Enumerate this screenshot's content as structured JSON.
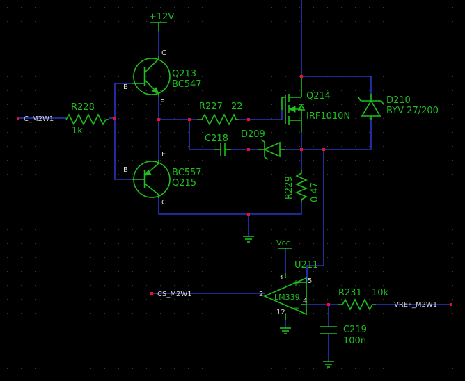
{
  "power": {
    "v12": "+12V",
    "vcc": "Vcc"
  },
  "nets": {
    "c_m2w1": "C_M2W1",
    "cs_m2w1": "CS_M2W1",
    "vref_m2w1": "VREF_M2W1"
  },
  "components": {
    "r228": {
      "ref": "R228",
      "value": "1k"
    },
    "q213": {
      "ref": "Q213",
      "value": "BC547",
      "pin_c": "C",
      "pin_b": "B",
      "pin_e": "E"
    },
    "q215": {
      "ref": "Q215",
      "value": "BC557",
      "pin_c": "C",
      "pin_b": "B",
      "pin_e": "E"
    },
    "r227": {
      "ref": "R227",
      "value": "22"
    },
    "c218": {
      "ref": "C218"
    },
    "d209": {
      "ref": "D209"
    },
    "q214": {
      "ref": "Q214",
      "value": "IRF1010N"
    },
    "d210": {
      "ref": "D210",
      "value": "BYV 27/200"
    },
    "r229": {
      "ref": "R229",
      "value": "0.47"
    },
    "u211": {
      "ref": "U211",
      "value": "LM339",
      "pin3": "3",
      "pin2": "2",
      "pin5": "5",
      "pin4": "4",
      "pin12": "12",
      "plus": "+",
      "minus": "−"
    },
    "r231": {
      "ref": "R231",
      "value": "10k"
    },
    "c219": {
      "ref": "C219",
      "value": "100n"
    }
  }
}
